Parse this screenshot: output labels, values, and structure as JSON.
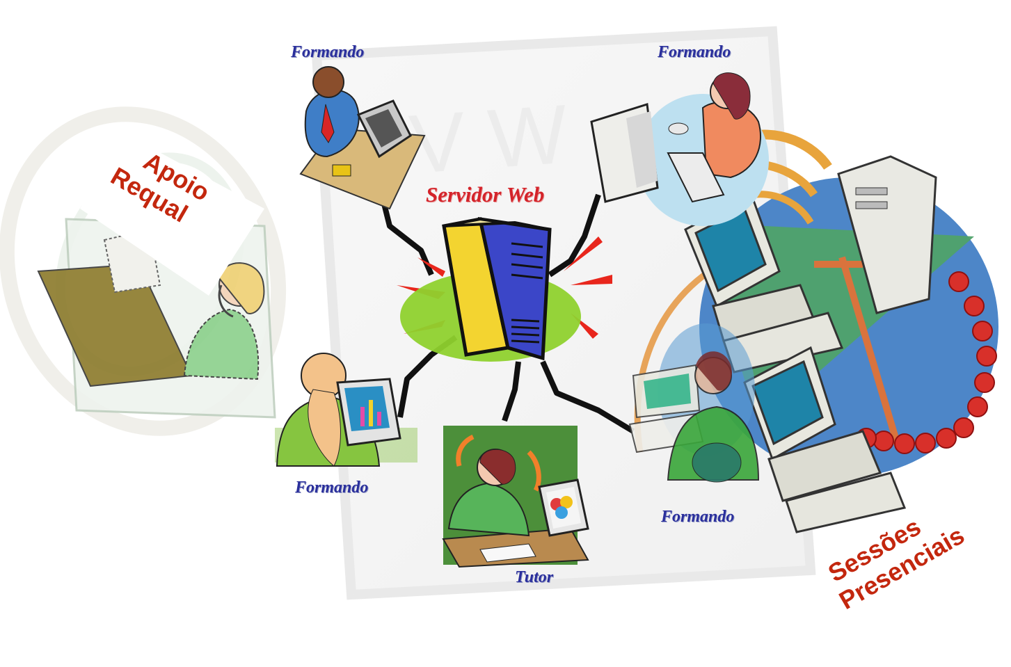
{
  "diagram": {
    "center": {
      "label": "Servidor Web",
      "icon": "server-tower-icon"
    },
    "nodes": [
      {
        "id": "formando-top-left",
        "label": "Formando",
        "icon": "man-at-computer-icon"
      },
      {
        "id": "formando-top-right",
        "label": "Formando",
        "icon": "woman-typing-icon"
      },
      {
        "id": "formando-bottom-left",
        "label": "Formando",
        "icon": "woman-back-view-computer-icon"
      },
      {
        "id": "tutor",
        "label": "Tutor",
        "icon": "woman-headset-computer-icon"
      },
      {
        "id": "formando-bottom-right",
        "label": "Formando",
        "icon": "person-desk-computer-icon"
      }
    ],
    "apoio": {
      "line1": "Apoio",
      "line2": "Requal",
      "icon": "support-operator-headset-icon"
    },
    "sessoes": {
      "line1": "Sessões",
      "line2": "Presenciais",
      "icon": "networked-computers-globe-icon"
    },
    "colors": {
      "label_blue": "#2a2f9c",
      "server_red": "#d4232a",
      "caption_red": "#c3270e",
      "server_blue": "#3b46c8",
      "server_yellow": "#f3d430",
      "glow_green": "#9bd12b"
    }
  }
}
